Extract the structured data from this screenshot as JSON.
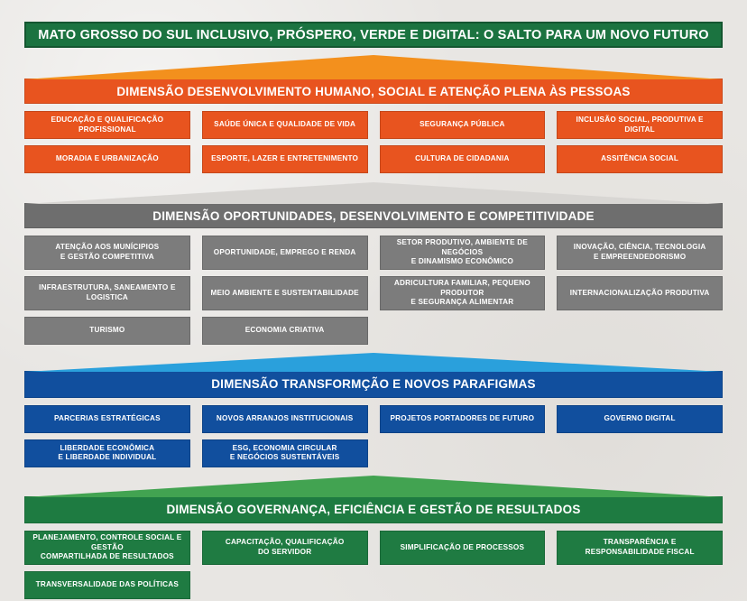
{
  "banner": {
    "text": "MATO GROSSO DO SUL INCLUSIVO, PRÓSPERO, VERDE E DIGITAL: O SALTO PARA UM NOVO FUTURO",
    "background": "#1b7340"
  },
  "sections": [
    {
      "name": "desenvolvimento-humano",
      "header": "DIMENSÃO DESENVOLVIMENTO HUMANO, SOCIAL E ATENÇÃO PLENA ÀS PESSOAS",
      "colors": {
        "triangle": "#f3901d",
        "bar": "#e8541f",
        "box": "#e8541f"
      },
      "items": [
        "EDUCAÇÃO E QUALIFICAÇÃO PROFISSIONAL",
        "SAÚDE ÚNICA E QUALIDADE DE VIDA",
        "SEGURANÇA PÚBLICA",
        "INCLUSÃO SOCIAL, PRODUTIVA E DIGITAL",
        "MORADIA E URBANIZAÇÃO",
        "ESPORTE, LAZER E ENTRETENIMENTO",
        "CULTURA DE CIDADANIA",
        "ASSITÊNCIA SOCIAL"
      ]
    },
    {
      "name": "oportunidades",
      "header": "DIMENSÃO OPORTUNIDADES, DESENVOLVIMENTO E COMPETITIVIDADE",
      "colors": {
        "triangle": "#d8d6d3",
        "bar": "#6e6e6e",
        "box": "#7c7c7c"
      },
      "items": [
        "ATENÇÃO AOS MUNÍCIPIOS\nE GESTÃO COMPETITIVA",
        "OPORTUNIDADE, EMPREGO E RENDA",
        "SETOR PRODUTIVO, AMBIENTE DE NEGÓCIOS\nE DINAMISMO ECONÔMICO",
        "INOVAÇÃO, CIÊNCIA, TECNOLOGIA\nE EMPREENDEDORISMO",
        "INFRAESTRUTURA, SANEAMENTO E LOGISTICA",
        "MEIO AMBIENTE E SUSTENTABILIDADE",
        "ADRICULTURA FAMILIAR, PEQUENO PRODUTOR\nE SEGURANÇA ALIMENTAR",
        "INTERNACIONALIZAÇÃO PRODUTIVA",
        "TURISMO",
        "ECONOMIA CRIATIVA"
      ]
    },
    {
      "name": "transformacao",
      "header": "DIMENSÃO TRANSFORMÇÃO E NOVOS PARAFIGMAS",
      "colors": {
        "triangle": "#2aa0dc",
        "bar": "#114f9e",
        "box": "#114f9e"
      },
      "items": [
        "PARCERIAS ESTRATÉGICAS",
        "NOVOS ARRANJOS INSTITUCIONAIS",
        "PROJETOS PORTADORES DE FUTURO",
        "GOVERNO DIGITAL",
        "LIBERDADE ECONÔMICA\nE LIBERDADE INDIVIDUAL",
        "ESG, ECONOMIA CIRCULAR\nE NEGÓCIOS SUSTENTÁVEIS"
      ]
    },
    {
      "name": "governanca",
      "header": "DIMENSÃO GOVERNANÇA, EFICIÊNCIA E GESTÃO DE RESULTADOS",
      "colors": {
        "triangle": "#42a351",
        "bar": "#1e7b41",
        "box": "#1f7b42"
      },
      "items": [
        "PLANEJAMENTO, CONTROLE SOCIAL E GESTÃO\nCOMPARTILHADA DE RESULTADOS",
        "CAPACITAÇÃO, QUALIFICAÇÃO\nDO SERVIDOR",
        "SIMPLIFICAÇÃO DE PROCESSOS",
        "TRANSPARÊNCIA E RESPONSABILIDADE FISCAL",
        "TRANSVERSALIDADE DAS POLÍTICAS"
      ]
    }
  ]
}
